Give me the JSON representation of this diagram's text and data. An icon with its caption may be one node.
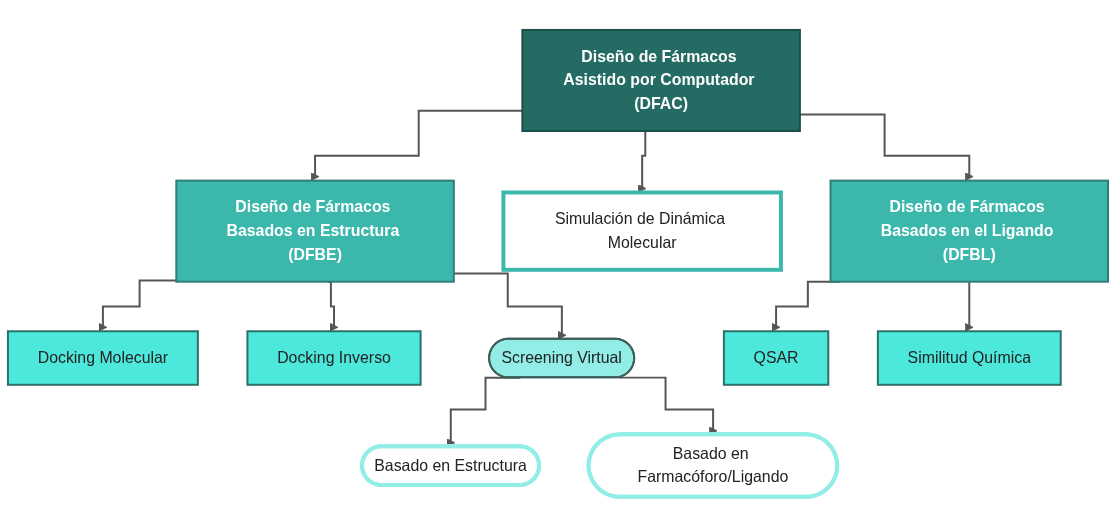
{
  "diagram": {
    "nodes": [
      {
        "text": [
          "Diseño de Fármacos Asistido por Computador (DFAC)"
        ]
      },
      {
        "text": [
          "Diseño de Fármacos Basados en Estructura (DFBE)"
        ]
      },
      {
        "text": [
          "Simulación de Dinámica Molecular"
        ]
      },
      {
        "text": [
          "Diseño de Fármacos Basados en el Ligando (DFBL)"
        ]
      },
      {
        "text": [
          "Docking Molecular"
        ]
      },
      {
        "text": [
          "Docking Inverso"
        ]
      },
      {
        "text": [
          "Screening Virtual"
        ]
      },
      {
        "text": [
          "QSAR"
        ]
      },
      {
        "text": [
          "Similitud Química"
        ]
      },
      {
        "text": [
          "Basado en Estructura"
        ]
      },
      {
        "text": [
          "Basado en Farmacóforo/Ligando"
        ]
      }
    ],
    "edges": [
      {
        "from": 0,
        "to": 1,
        "arrow": "to"
      },
      {
        "from": 0,
        "to": 2,
        "arrow": "to"
      },
      {
        "from": 0,
        "to": 3,
        "arrow": "to"
      },
      {
        "from": 1,
        "to": 4,
        "arrow": "to"
      },
      {
        "from": 1,
        "to": 5,
        "arrow": "to"
      },
      {
        "from": 1,
        "to": 6,
        "arrow": "to"
      },
      {
        "from": 3,
        "to": 7,
        "arrow": "to"
      },
      {
        "from": 3,
        "to": 8,
        "arrow": "to"
      },
      {
        "from": 6,
        "to": 9,
        "arrow": "to"
      },
      {
        "from": 6,
        "to": 10,
        "arrow": "to"
      }
    ]
  }
}
